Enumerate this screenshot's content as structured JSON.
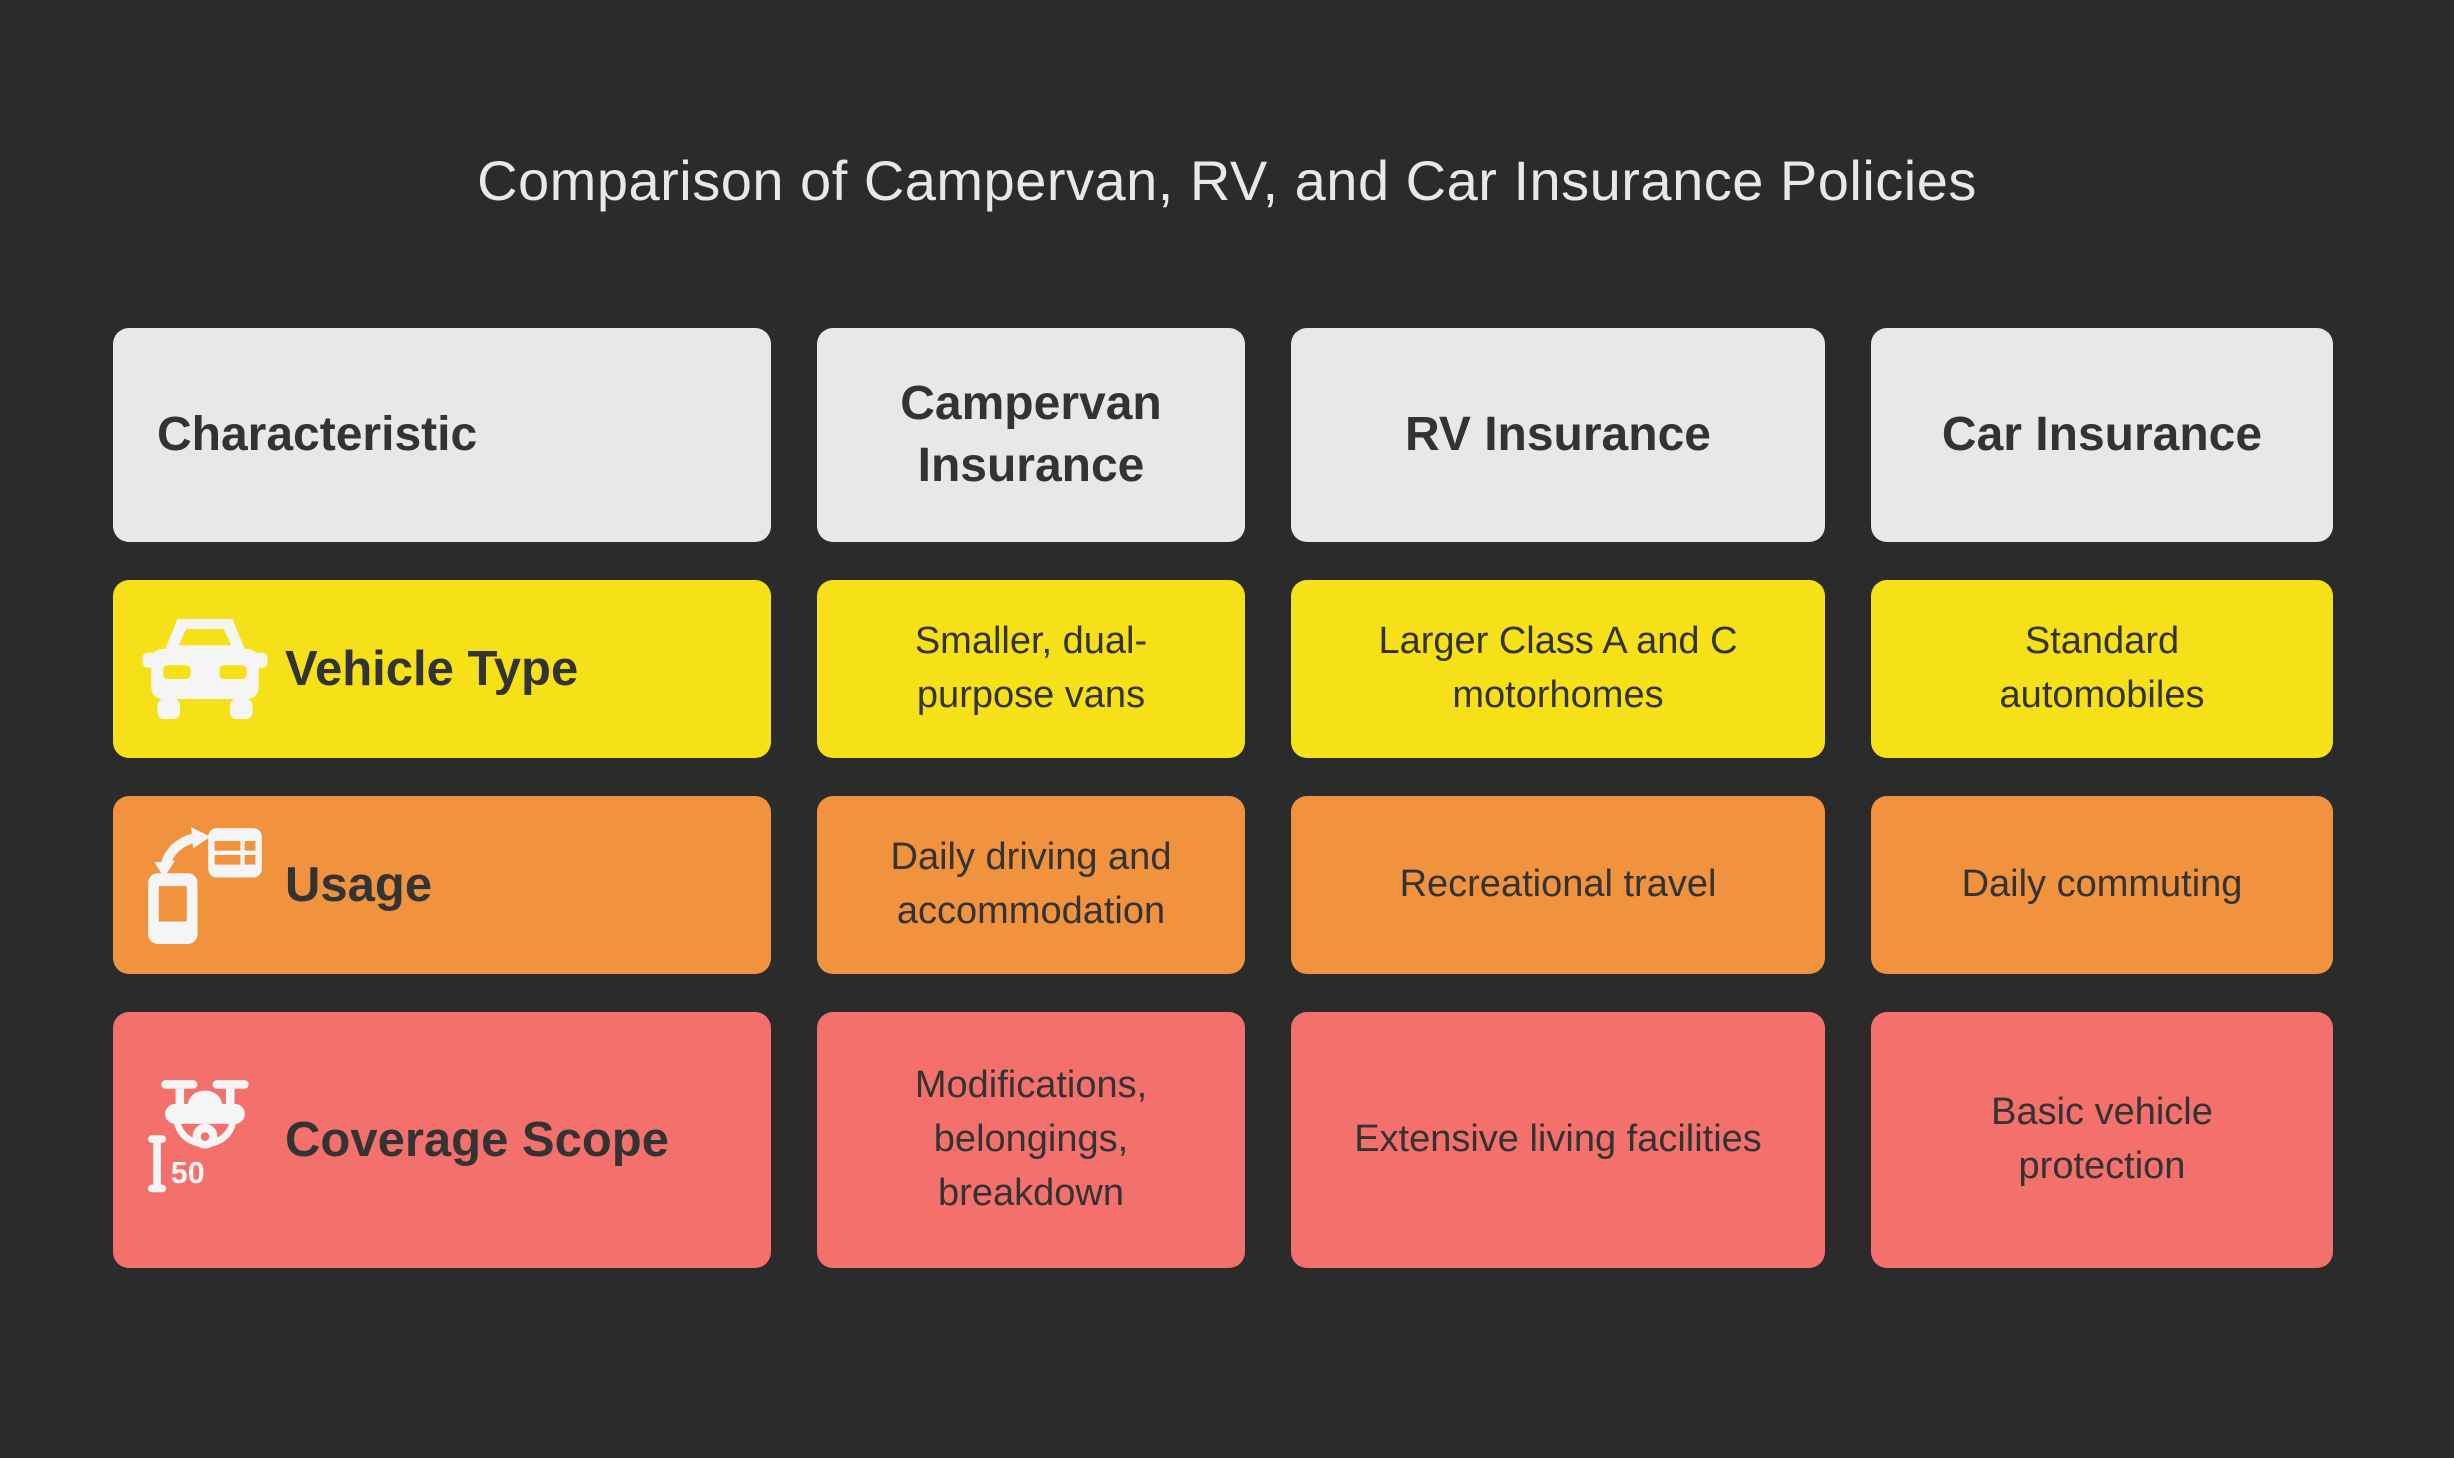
{
  "title": "Comparison of Campervan, RV, and Car Insurance Policies",
  "colors": {
    "background": "#2b2b2b",
    "header_bg": "#e8e8e8",
    "row_vehicle_type": "#f6e018",
    "row_usage": "#f0923e",
    "row_coverage_scope": "#f4706c",
    "cell_text": "#333333",
    "title_text": "#e8e8e8",
    "icon_color": "#f5f5f5"
  },
  "table": {
    "columns": [
      "Characteristic",
      "Campervan Insurance",
      "RV Insurance",
      "Car Insurance"
    ],
    "rows": [
      {
        "label": "Vehicle Type",
        "icon": "car-front-icon",
        "color": "#f6e018",
        "cells": [
          "Smaller, dual-purpose vans",
          "Larger Class A and C motorhomes",
          "Standard automobiles"
        ]
      },
      {
        "label": "Usage",
        "icon": "phone-sync-table-icon",
        "color": "#f0923e",
        "cells": [
          "Daily driving and accommodation",
          "Recreational travel",
          "Daily commuting"
        ]
      },
      {
        "label": "Coverage Scope",
        "icon": "drone-altitude-icon",
        "color": "#f4706c",
        "icon_text": "50",
        "cells": [
          "Modifications, belongings, breakdown",
          "Extensive living facilities",
          "Basic vehicle protection"
        ]
      }
    ]
  }
}
